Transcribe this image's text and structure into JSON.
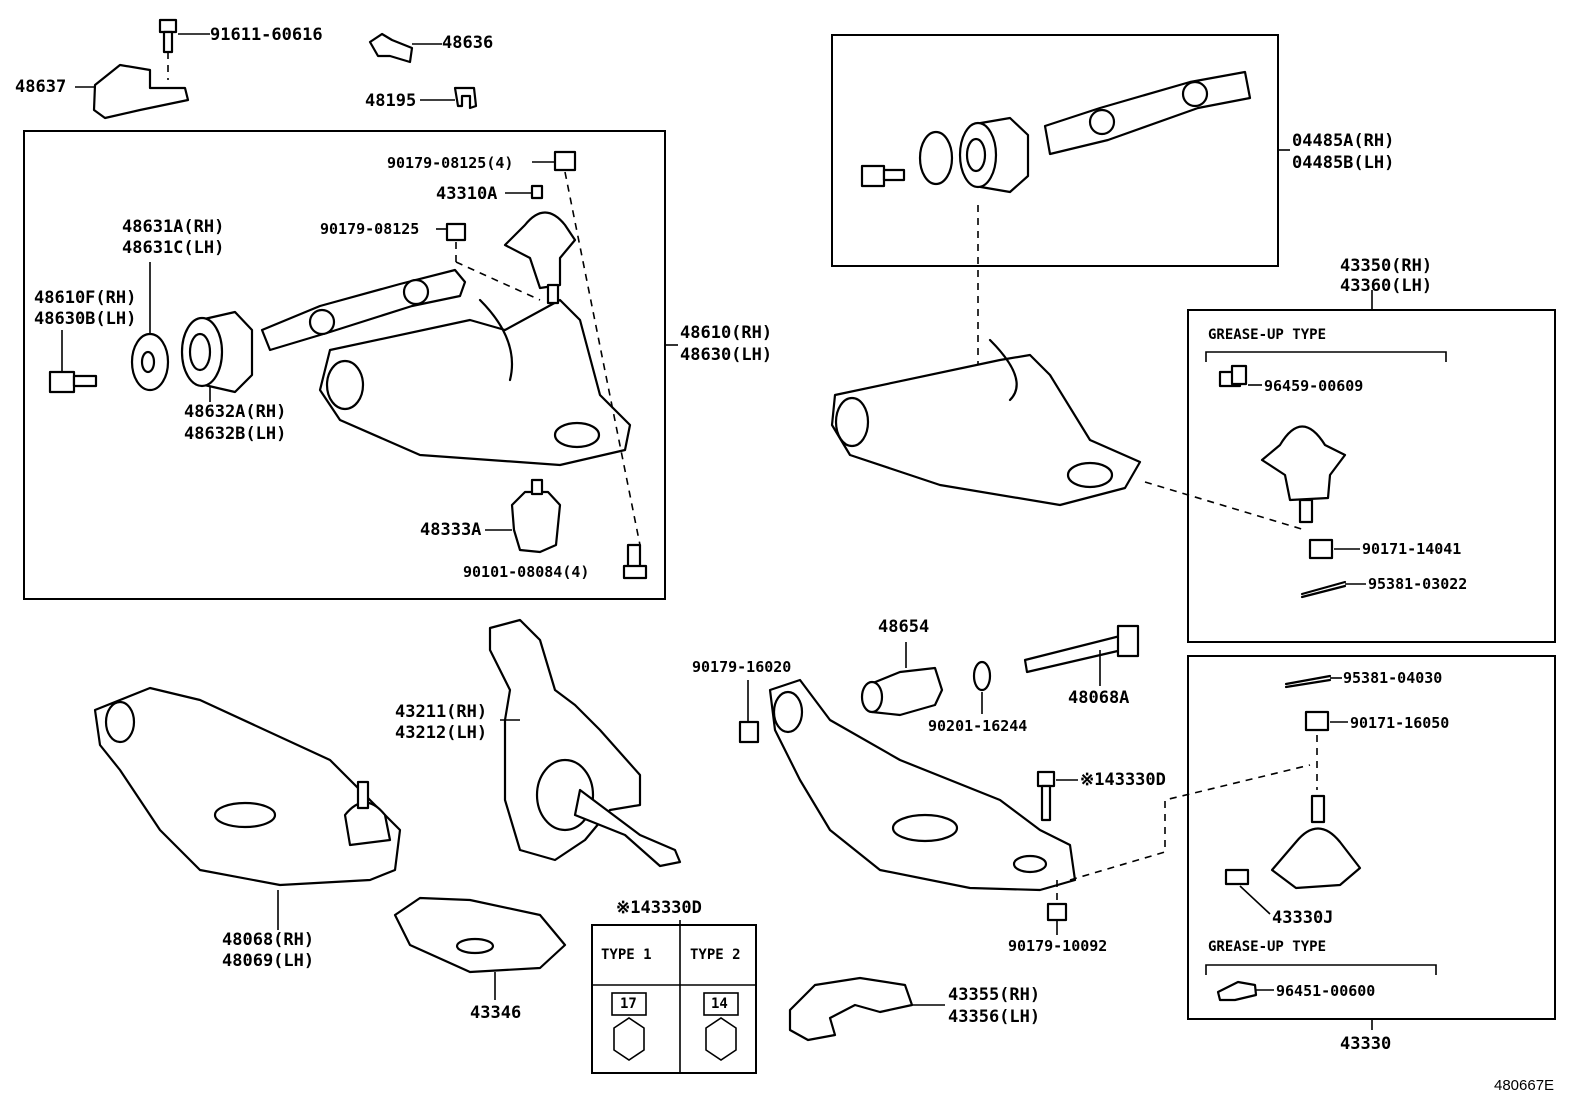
{
  "diagram_id": "480667E",
  "labels": {
    "p91611": "91611-60616",
    "p48636": "48636",
    "p48637": "48637",
    "p48195": "48195",
    "p90179_4": "90179-08125(4)",
    "p43310A": "43310A",
    "p90179": "90179-08125",
    "p48631A": "48631A(RH)",
    "p48631C": "48631C(LH)",
    "p48610F": "48610F(RH)",
    "p48630B": "48630B(LH)",
    "p48610": "48610(RH)",
    "p48630": "48630(LH)",
    "p48632A": "48632A(RH)",
    "p48632B": "48632B(LH)",
    "p48333A": "48333A",
    "p90101": "90101-08084(4)",
    "p04485A": "04485A(RH)",
    "p04485B": "04485B(LH)",
    "p43350": "43350(RH)",
    "p43360": "43360(LH)",
    "grease1": "GREASE-UP TYPE",
    "p96459": "96459-00609",
    "p90171_14041": "90171-14041",
    "p95381_03022": "95381-03022",
    "p48654": "48654",
    "p90179_16020": "90179-16020",
    "p43211": "43211(RH)",
    "p43212": "43212(LH)",
    "p90201": "90201-16244",
    "p48068A": "48068A",
    "p95381_04030": "95381-04030",
    "p90171_16050": "90171-16050",
    "p143330D": "※143330D",
    "p43330J": "43330J",
    "grease2": "GREASE-UP TYPE",
    "p96451": "96451-00600",
    "p43330": "43330",
    "p90179_10092": "90179-10092",
    "p48068": "48068(RH)",
    "p48069": "48069(LH)",
    "p43346": "43346",
    "p143330D_table": "※143330D",
    "type1": "TYPE 1",
    "type2": "TYPE 2",
    "size1": "17",
    "size2": "14",
    "p43355": "43355(RH)",
    "p43356": "43356(LH)"
  }
}
